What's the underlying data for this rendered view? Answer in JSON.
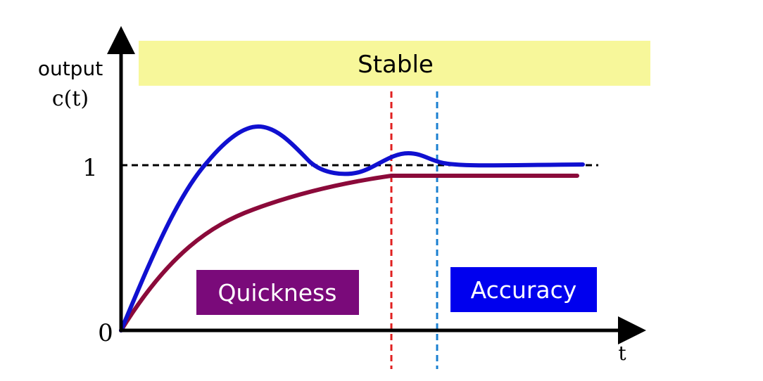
{
  "labels": {
    "y_axis_top": "output",
    "y_axis_bottom": "c(t)",
    "x_axis": "t",
    "tick_one": "1",
    "tick_zero": "0",
    "stable": "Stable",
    "quickness": "Quickness",
    "accuracy": "Accuracy"
  },
  "colors": {
    "stable_box": "#f7f79a",
    "quickness_box": "#7a0a7a",
    "accuracy_box": "#0000ee",
    "blue_curve": "#1010d0",
    "red_curve": "#8b0a3a",
    "red_marker": "#e02020",
    "blue_marker": "#1a7fd0",
    "axis": "#000000"
  }
}
